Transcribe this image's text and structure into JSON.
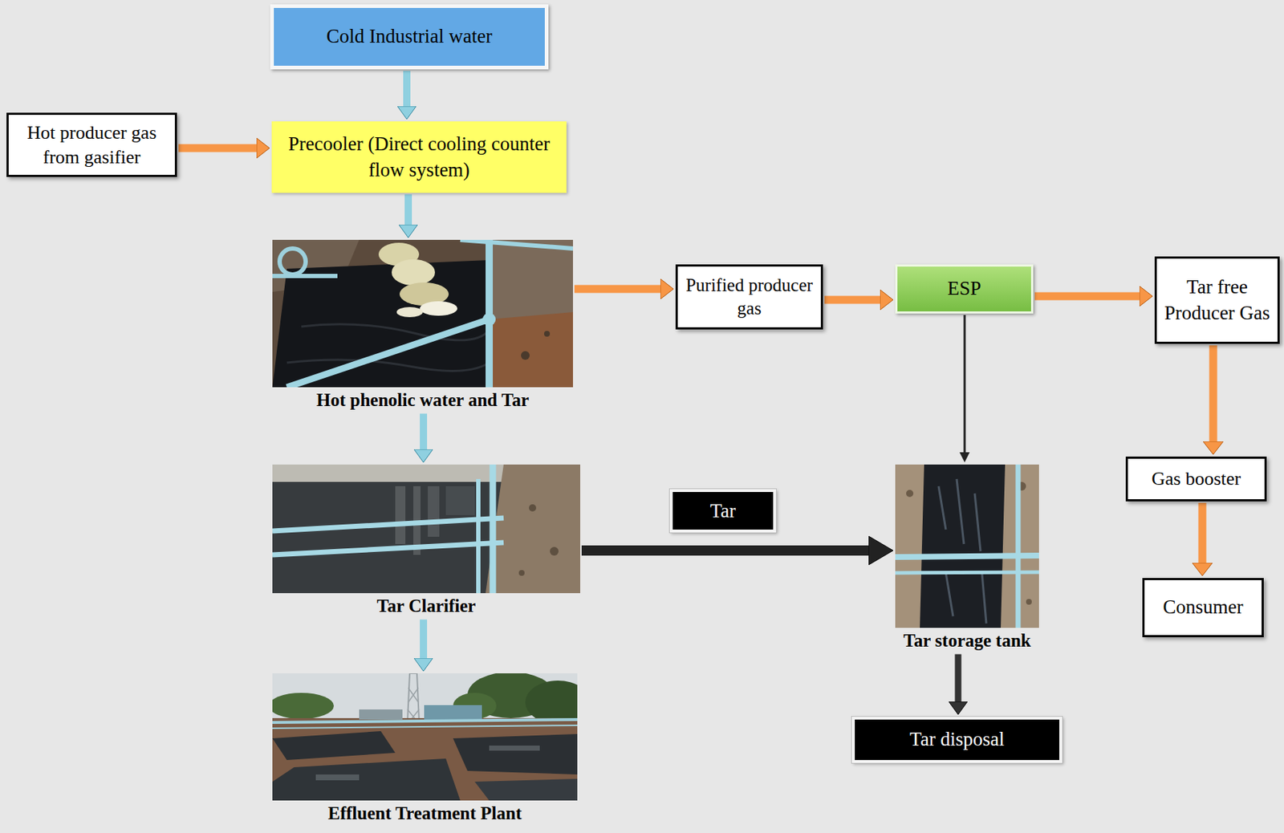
{
  "diagram": {
    "nodes": [
      {
        "text": [
          "Cold Industrial water"
        ]
      },
      {
        "text": [
          "Hot producer gas from gasifier"
        ]
      },
      {
        "text": [
          "Precooler (Direct cooling counter flow system)"
        ]
      },
      {
        "text": [
          "Hot phenolic water and Tar"
        ]
      },
      {
        "text": [
          "Purified producer gas"
        ]
      },
      {
        "text": [
          "ESP"
        ]
      },
      {
        "text": [
          "Tar free Producer Gas"
        ]
      },
      {
        "text": [
          "Tar Clarifier"
        ]
      },
      {
        "text": [
          "Tar storage tank"
        ]
      },
      {
        "text": [
          "Gas booster"
        ]
      },
      {
        "text": [
          "Consumer"
        ]
      },
      {
        "text": [
          "Effluent Treatment Plant"
        ]
      },
      {
        "text": [
          "Tar disposal"
        ]
      }
    ],
    "edges": [
      {
        "from": 0,
        "to": 2,
        "arrow": "to"
      },
      {
        "from": 1,
        "to": 2,
        "arrow": "to"
      },
      {
        "from": 2,
        "to": 3,
        "arrow": "to"
      },
      {
        "from": 3,
        "to": 4,
        "arrow": "to"
      },
      {
        "from": 4,
        "to": 5,
        "arrow": "to"
      },
      {
        "from": 5,
        "to": 6,
        "arrow": "to"
      },
      {
        "from": 5,
        "to": 8,
        "arrow": "to"
      },
      {
        "from": 6,
        "to": 9,
        "arrow": "to"
      },
      {
        "from": 9,
        "to": 10,
        "arrow": "to"
      },
      {
        "from": 3,
        "to": 7,
        "arrow": "to"
      },
      {
        "from": 7,
        "to": 8,
        "label": "Tar",
        "arrow": "to"
      },
      {
        "from": 7,
        "to": 11,
        "arrow": "to"
      },
      {
        "from": 8,
        "to": 12,
        "arrow": "to"
      }
    ]
  }
}
